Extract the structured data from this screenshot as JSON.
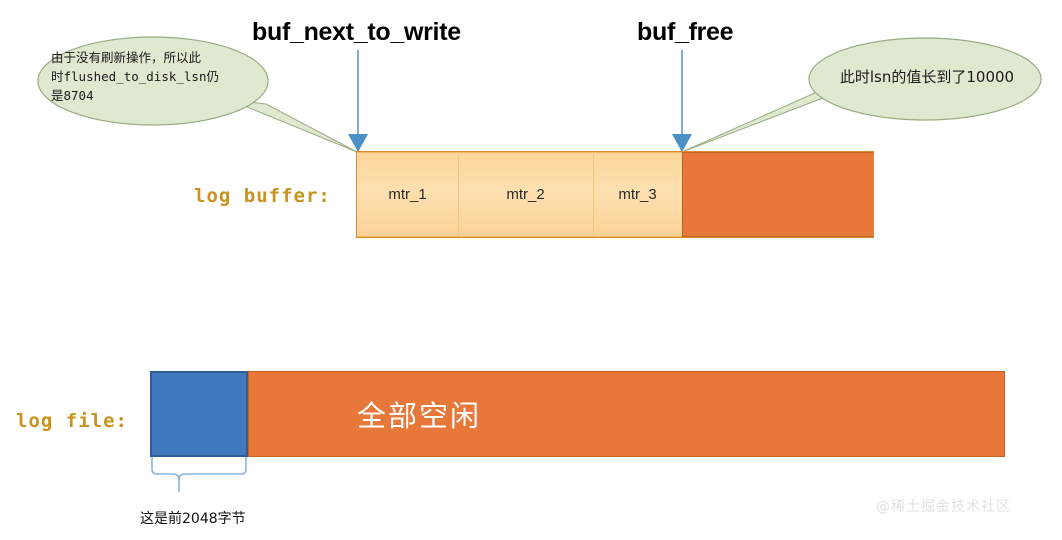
{
  "diagram": {
    "pointers": [
      {
        "name": "buf_next_to_write",
        "label": "buf_next_to_write"
      },
      {
        "name": "buf_free",
        "label": "buf_free"
      }
    ],
    "callouts": [
      {
        "name": "flushed-to-disk-lsn-note",
        "text": "由于没有刷新操作，所以此\n时flushed_to_disk_lsn仍\n是8704"
      },
      {
        "name": "lsn-value-note",
        "text": "此时lsn的值长到了10000"
      }
    ],
    "log_buffer": {
      "label": "log buffer:",
      "blocks": [
        {
          "name": "mtr_1",
          "label": "mtr_1"
        },
        {
          "name": "mtr_2",
          "label": "mtr_2"
        },
        {
          "name": "mtr_3",
          "label": "mtr_3"
        }
      ],
      "free_label": ""
    },
    "log_file": {
      "label": "log file:",
      "used_label": "",
      "free_label": "全部空闲",
      "brace_caption": "这是前2048字节"
    },
    "watermark": "@稀土掘金技术社区",
    "colors": {
      "mtr_fill": "#fbd79a",
      "mtr_border": "#f0b860",
      "free_orange": "#e8773a",
      "free_orange_border": "#c2641f",
      "file_used_blue": "#4178be",
      "file_used_border": "#2f5e96",
      "bubble_fill": "#dfe9d0",
      "bubble_border": "#9aab82",
      "arrow_blue": "#4a90c4",
      "brace_blue": "#8ab4e0",
      "row_label": "#c8941f"
    }
  }
}
